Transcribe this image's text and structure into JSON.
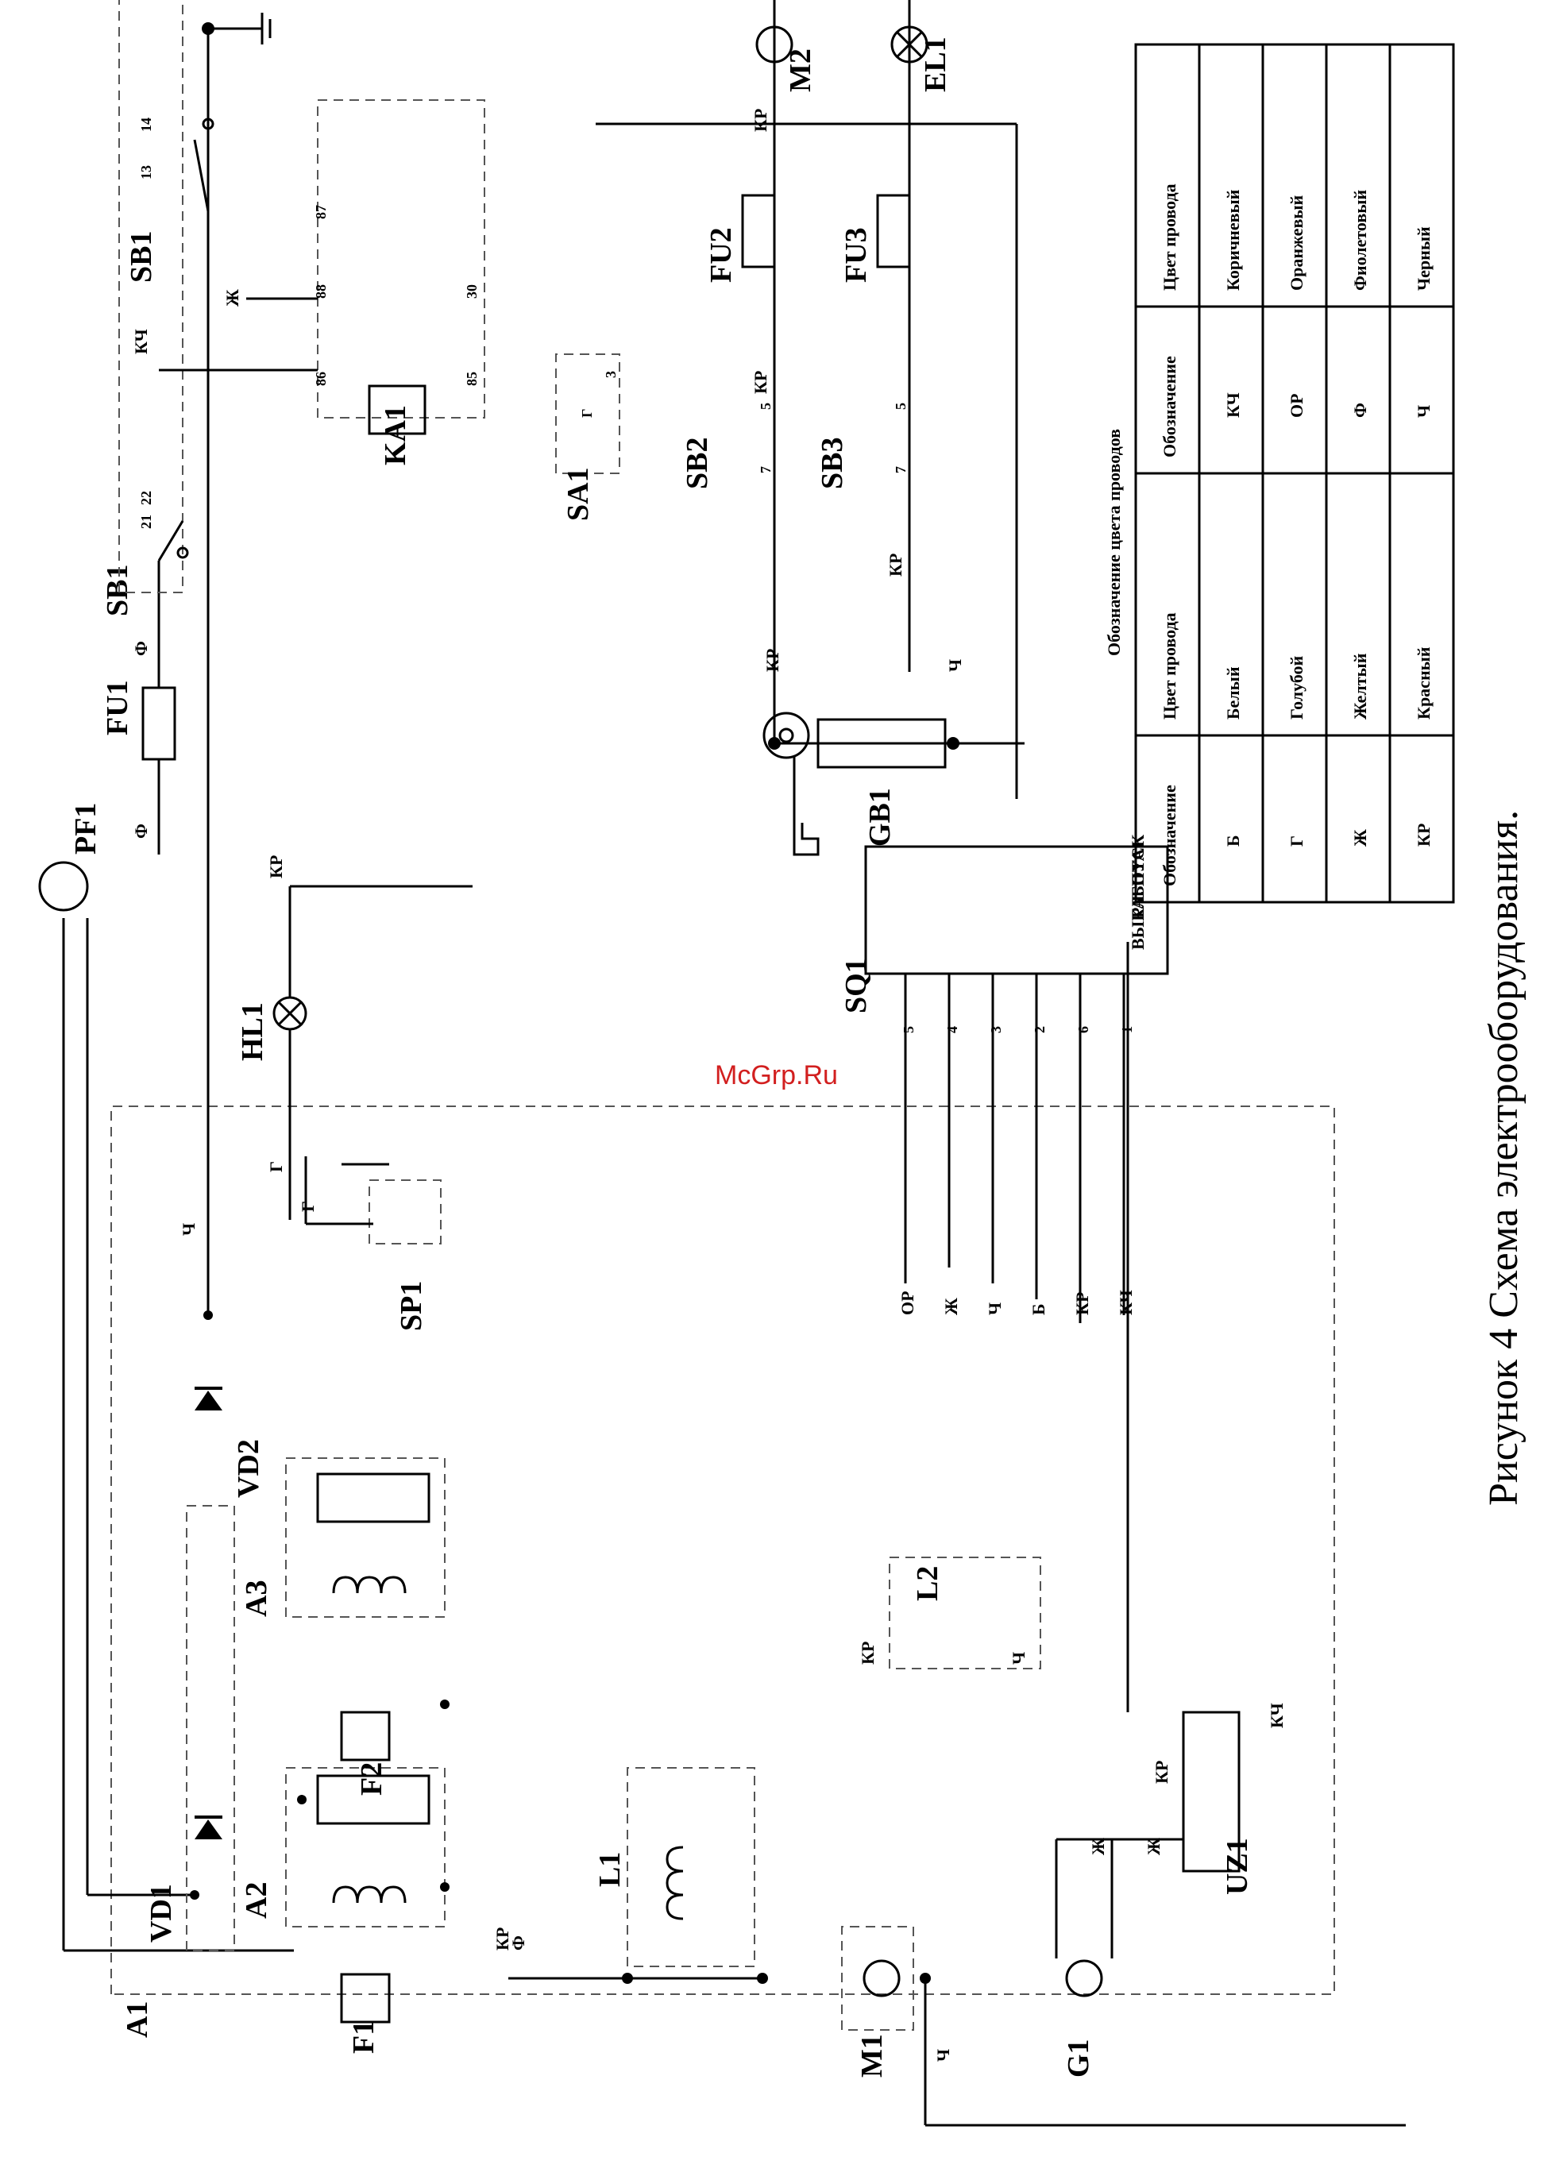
{
  "caption": "Рисунок 4   Схема электрооборудования.",
  "watermark": "McGrp.Ru",
  "legend": {
    "title": "Обозначение цвета проводов",
    "header_code": "Обозначение",
    "header_color": "Цвет провода",
    "left_rows": [
      {
        "code": "Б",
        "color": "Белый"
      },
      {
        "code": "Г",
        "color": "Голубой"
      },
      {
        "code": "Ж",
        "color": "Желтый"
      },
      {
        "code": "КР",
        "color": "Красный"
      }
    ],
    "right_rows": [
      {
        "code": "КЧ",
        "color": "Коричневый"
      },
      {
        "code": "ОР",
        "color": "Оранжевый"
      },
      {
        "code": "Ф",
        "color": "Фиолетовый"
      },
      {
        "code": "Ч",
        "color": "Черный"
      }
    ]
  },
  "components": {
    "PF1": "PF1",
    "SB1": "SB1",
    "FU1": "FU1",
    "KA1": "KA1",
    "SA1": "SA1",
    "HL1": "HL1",
    "SP1": "SP1",
    "VD1": "VD1",
    "VD2": "VD2",
    "A1": "A1",
    "A2": "A2",
    "A3": "A3",
    "F1": "F1",
    "F2": "F2",
    "L1": "L1",
    "L2": "L2",
    "M1": "M1",
    "M2": "M2",
    "G1": "G1",
    "UZ1": "UZ1",
    "GB1": "GB1",
    "SQ1": "SQ1",
    "SB2": "SB2",
    "SB3": "SB3",
    "FU2": "FU2",
    "FU3": "FU3",
    "EL1": "EL1"
  },
  "sq1_positions": [
    "ВЫКЛ.",
    "РАБОТА",
    "ПУСК"
  ],
  "sq1_pins": [
    "5",
    "4",
    "3",
    "2",
    "6",
    "1"
  ],
  "sq1_wires": [
    "ОР",
    "Ж",
    "Ч",
    "Б",
    "КР",
    "КЧ"
  ],
  "ka1_pins": [
    "87",
    "88",
    "86",
    "30",
    "85"
  ],
  "wire_labels": {
    "ch": "Ч",
    "zh": "Ж",
    "kch": "КЧ",
    "kr": "КР",
    "f": "Ф",
    "g": "Г",
    "b": "Б",
    "or": "ОР"
  },
  "pins": {
    "p13": "13",
    "p14": "14",
    "p21": "21",
    "p22": "22",
    "p3": "3",
    "p5": "5",
    "p7": "7",
    "pG": "Г"
  }
}
